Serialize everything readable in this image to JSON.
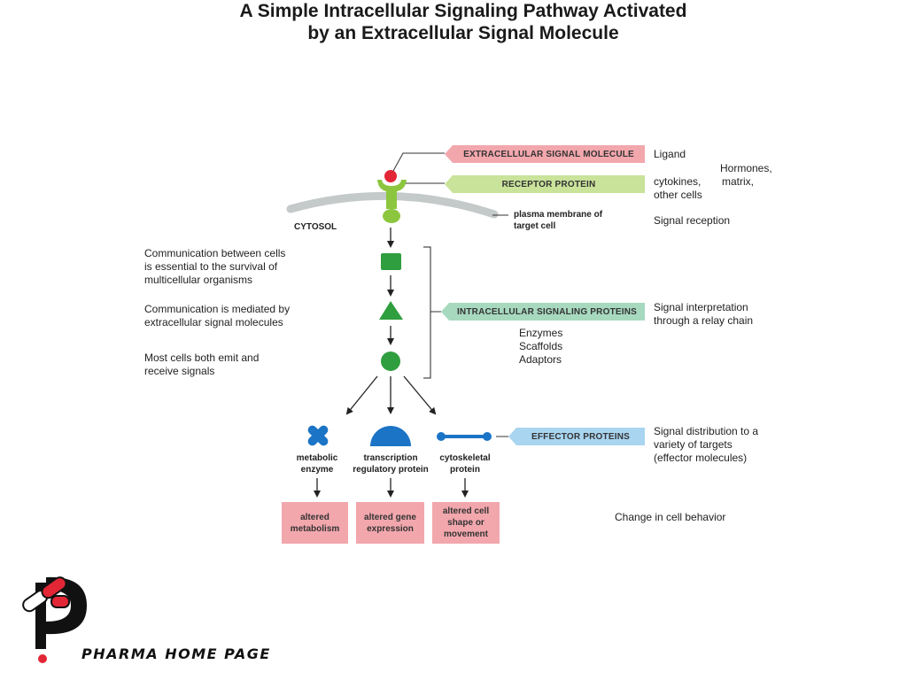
{
  "title": {
    "line1": "A Simple Intracellular Signaling Pathway Activated",
    "line2": "by an Extracellular Signal Molecule"
  },
  "banners": {
    "extracellular": "EXTRACELLULAR SIGNAL MOLECULE",
    "receptor": "RECEPTOR PROTEIN",
    "intracellular": "INTRACELLULAR SIGNALING PROTEINS",
    "effector": "EFFECTOR PROTEINS"
  },
  "right_notes": {
    "ligand": "Ligand",
    "hormones": [
      "Hormones,",
      "matrix,"
    ],
    "cytokines": [
      "cytokines,",
      "other cells"
    ],
    "signal_reception": "Signal reception",
    "signal_interpretation": [
      "Signal interpretation",
      "through a relay chain"
    ],
    "enzymes": [
      "Enzymes",
      "Scaffolds",
      "Adaptors"
    ],
    "signal_distribution": [
      "Signal distribution to a",
      "variety of targets",
      "(effector molecules)"
    ],
    "change": "Change in cell behavior"
  },
  "membrane": {
    "cytosol": "CYTOSOL",
    "plasma": [
      "plasma membrane of",
      "target cell"
    ]
  },
  "left_notes": [
    [
      "Communication between cells",
      "is essential to the survival of",
      "multicellular organisms"
    ],
    [
      "Communication is mediated by",
      "extracellular signal molecules"
    ],
    [
      "Most cells both emit and",
      "receive signals"
    ]
  ],
  "effectors": [
    [
      "metabolic",
      "enzyme"
    ],
    [
      "transcription",
      "regulatory protein"
    ],
    [
      "cytoskeletal",
      "protein"
    ]
  ],
  "outcomes": [
    [
      "altered",
      "metabolism"
    ],
    [
      "altered gene",
      "expression"
    ],
    [
      "altered cell",
      "shape or",
      "movement"
    ]
  ],
  "brand": "PHARMA HOME PAGE",
  "colors": {
    "green": "#2e9e3e",
    "light_green": "#8cc63f",
    "blue": "#1b74c6",
    "pink": "#f2a7ad",
    "red": "#e32636",
    "membrane": "#c4c9c9"
  }
}
